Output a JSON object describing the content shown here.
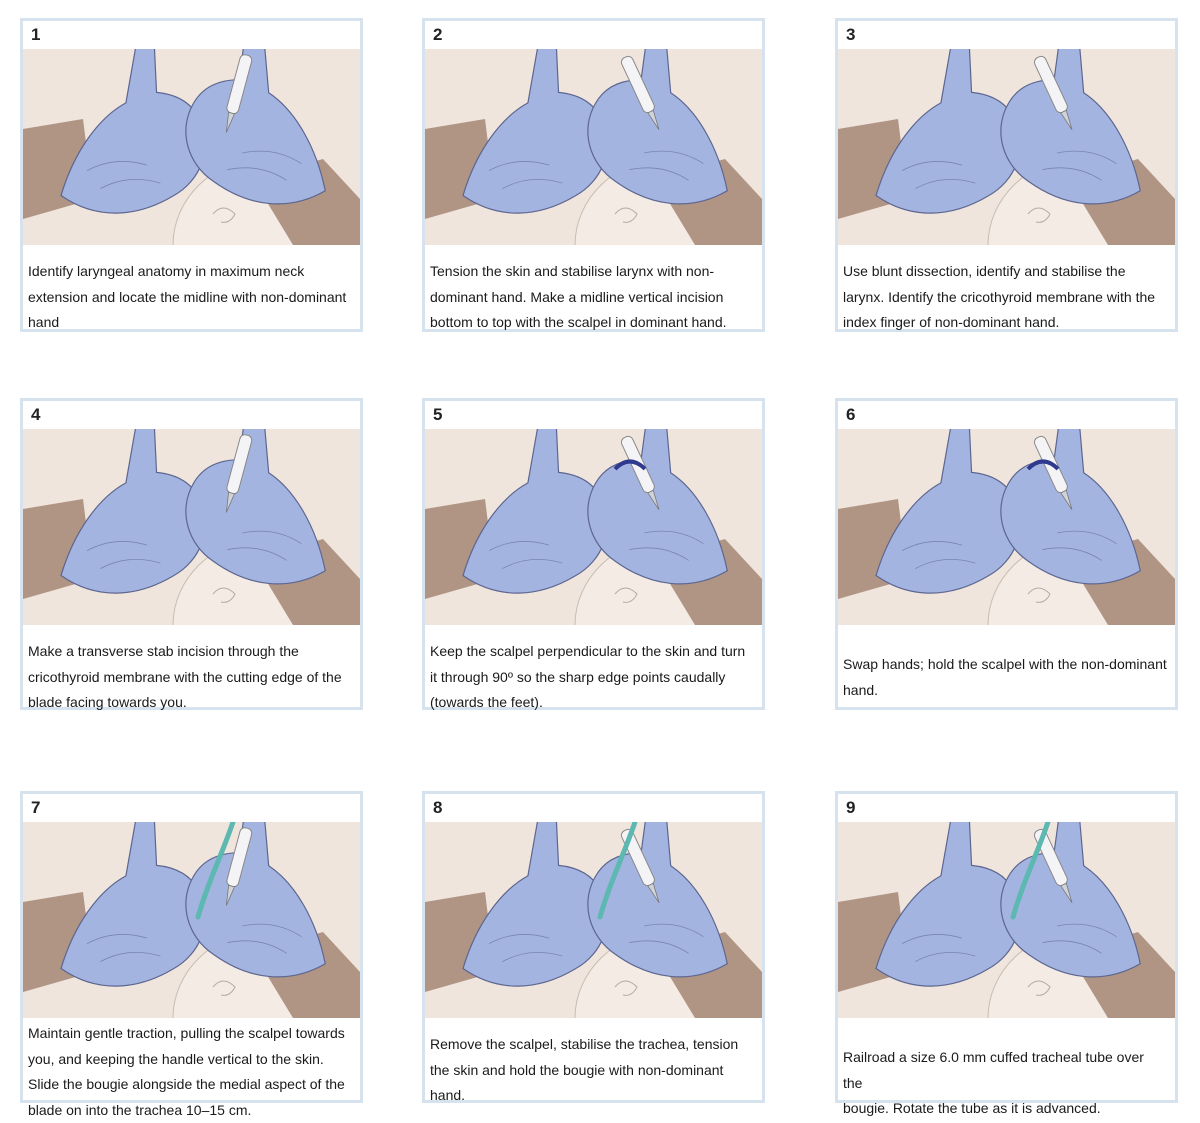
{
  "colors": {
    "glove": "#a4b4e0",
    "glove_stroke": "#5c6690",
    "skin": "#efe5dc",
    "arm": "#b09484",
    "card_border": "#d6e2ee",
    "larynx": "#9fd068",
    "incision": "#f0c020",
    "bougie": "#5cb8b0",
    "arrow": "#2f3a8f"
  },
  "steps": [
    {
      "number": "1",
      "lines": [
        "Identify laryngeal anatomy in maximum neck",
        "extension and locate the midline with non-dominant",
        "hand"
      ]
    },
    {
      "number": "2",
      "lines": [
        "Tension the skin and stabilise larynx with non-",
        "dominant hand. Make a midline vertical incision",
        "bottom to top with the scalpel in dominant hand."
      ]
    },
    {
      "number": "3",
      "lines": [
        "Use blunt dissection, identify and stabilise the",
        "larynx. Identify the cricothyroid membrane with the",
        "index finger of non-dominant hand."
      ]
    },
    {
      "number": "4",
      "lines": [
        "Make a transverse stab incision through the",
        "cricothyroid membrane with the cutting edge of the",
        "blade facing towards you."
      ]
    },
    {
      "number": "5",
      "lines": [
        "Keep the scalpel perpendicular to the skin and turn",
        "it through 90º so the sharp edge points caudally",
        "(towards the feet)."
      ]
    },
    {
      "number": "6",
      "lines": [
        "Swap hands; hold the scalpel with the non-dominant",
        "hand."
      ]
    },
    {
      "number": "7",
      "lines": [
        "Maintain gentle traction, pulling the scalpel towards",
        "you, and keeping the handle vertical to the skin.",
        "Slide the bougie alongside the medial aspect of the",
        "blade on into the trachea 10–15 cm."
      ]
    },
    {
      "number": "8",
      "lines": [
        "Remove the scalpel, stabilise the trachea, tension",
        "the skin and hold the bougie with non-dominant",
        "hand."
      ]
    },
    {
      "number": "9",
      "lines": [
        "Railroad a size 6.0 mm cuffed tracheal tube over the",
        "bougie. Rotate the tube as it is advanced."
      ]
    }
  ]
}
